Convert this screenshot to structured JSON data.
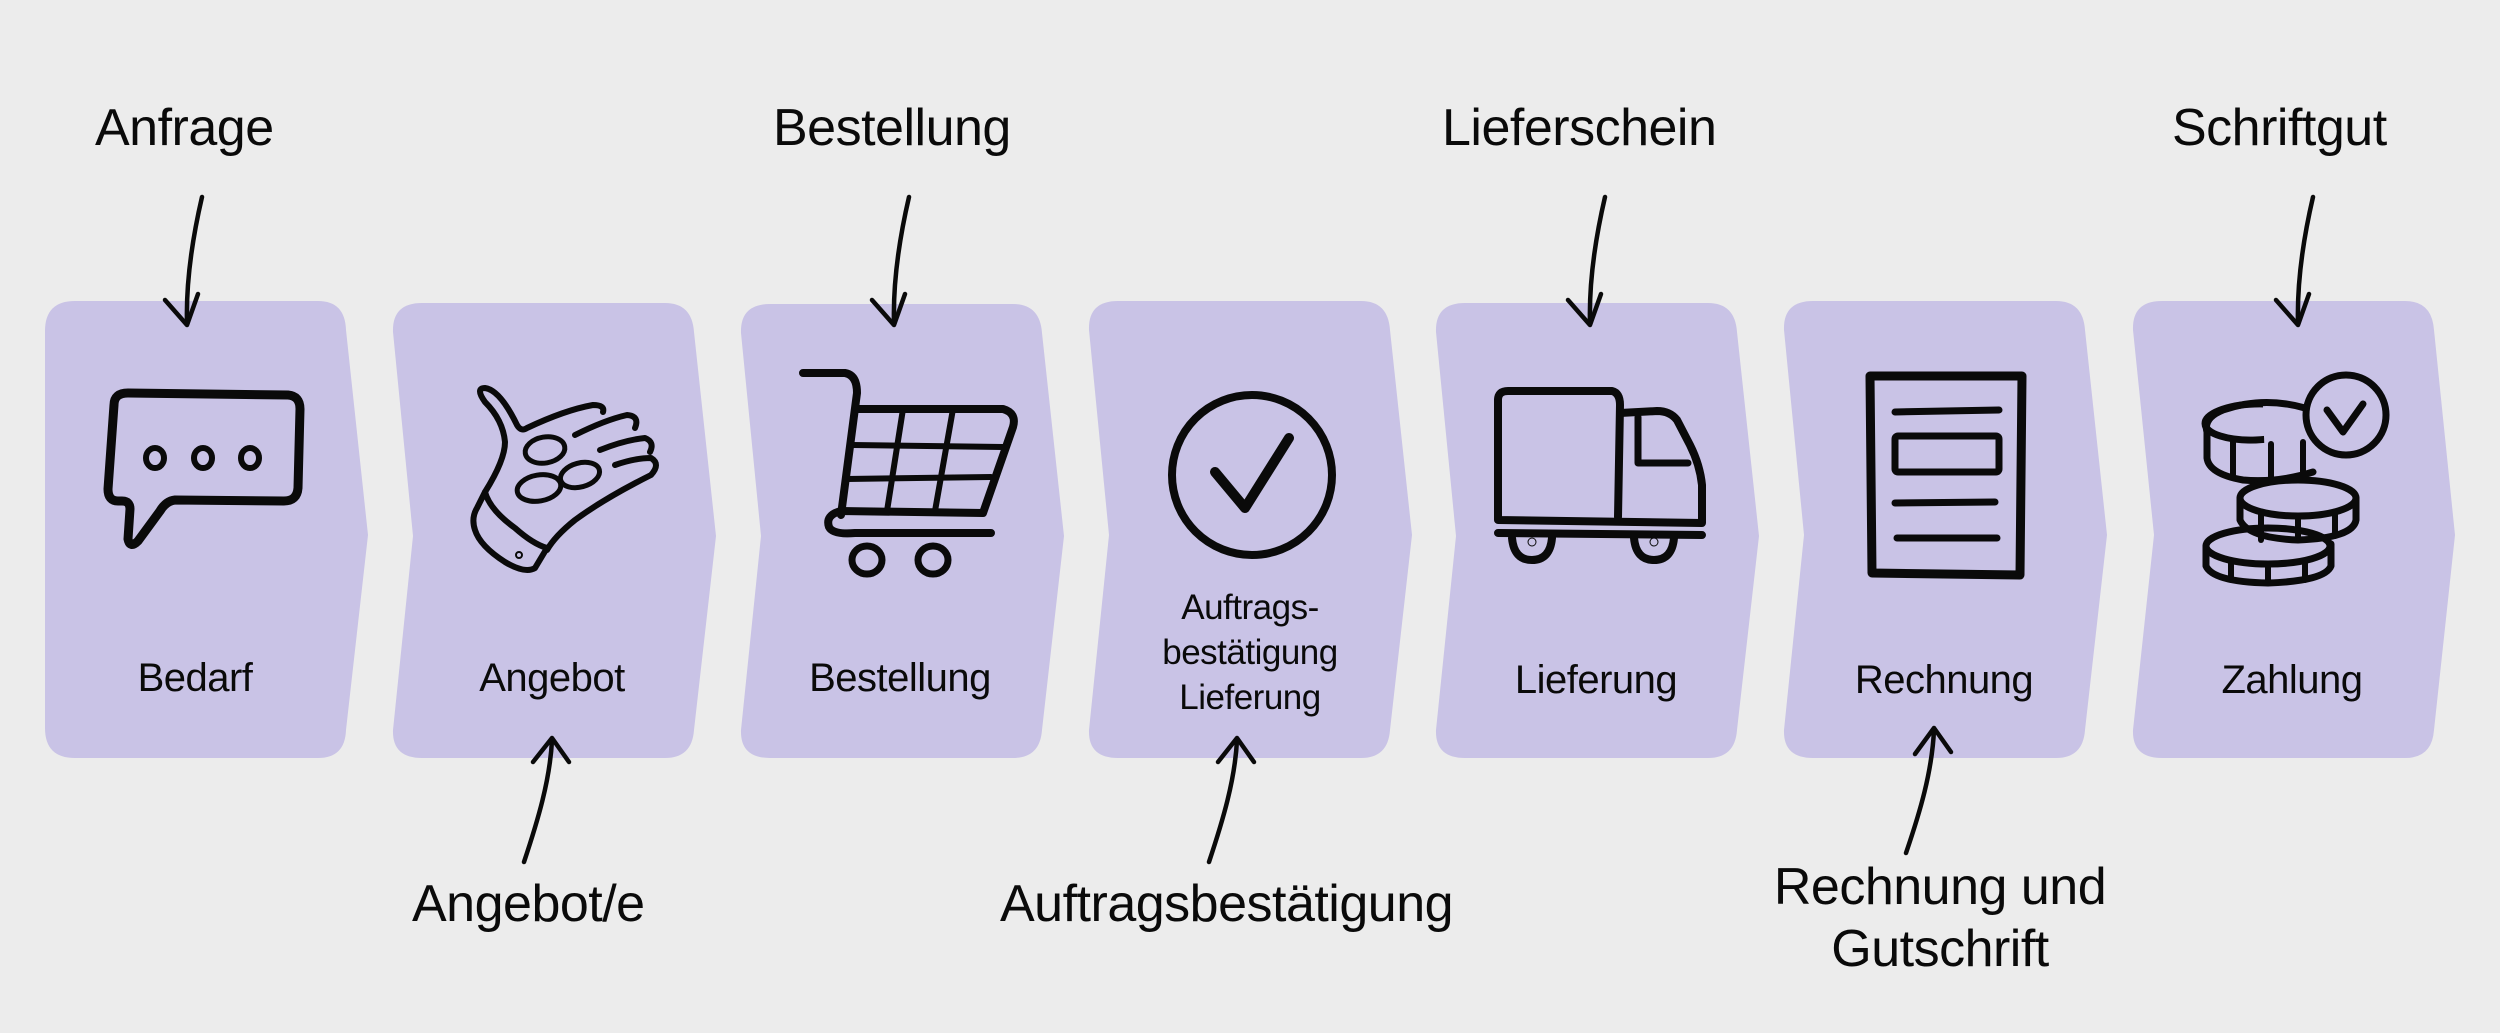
{
  "colors": {
    "background": "#ececec",
    "card": "#c9c3e6",
    "ink": "#0a0a0a"
  },
  "steps": [
    {
      "id": "bedarf",
      "label": "Bedarf",
      "icon": "speech-bubble-icon"
    },
    {
      "id": "angebot",
      "label": "Angebot",
      "icon": "hand-with-coins-icon"
    },
    {
      "id": "bestellung",
      "label": "Bestellung",
      "icon": "shopping-cart-icon"
    },
    {
      "id": "auftragsbestaetigung",
      "label_lines": [
        "Auftrags-",
        "bestätigung",
        "Lieferung"
      ],
      "icon": "check-circle-icon"
    },
    {
      "id": "lieferung",
      "label": "Lieferung",
      "icon": "delivery-truck-icon"
    },
    {
      "id": "rechnung",
      "label": "Rechnung",
      "icon": "invoice-document-icon"
    },
    {
      "id": "zahlung",
      "label": "Zahlung",
      "icon": "coins-check-icon"
    }
  ],
  "documents_top": [
    {
      "label": "Anfrage",
      "target_step": "bedarf"
    },
    {
      "label": "Bestellung",
      "target_step": "bestellung"
    },
    {
      "label": "Lieferschein",
      "target_step": "lieferung"
    },
    {
      "label": "Schriftgut",
      "target_step": "zahlung"
    }
  ],
  "documents_bottom": [
    {
      "label": "Angebot/e",
      "target_step": "angebot"
    },
    {
      "label": "Auftragsbestätigung",
      "target_step": "auftragsbestaetigung"
    },
    {
      "label_lines": [
        "Rechnung und",
        "Gutschrift"
      ],
      "target_step": "rechnung"
    }
  ]
}
